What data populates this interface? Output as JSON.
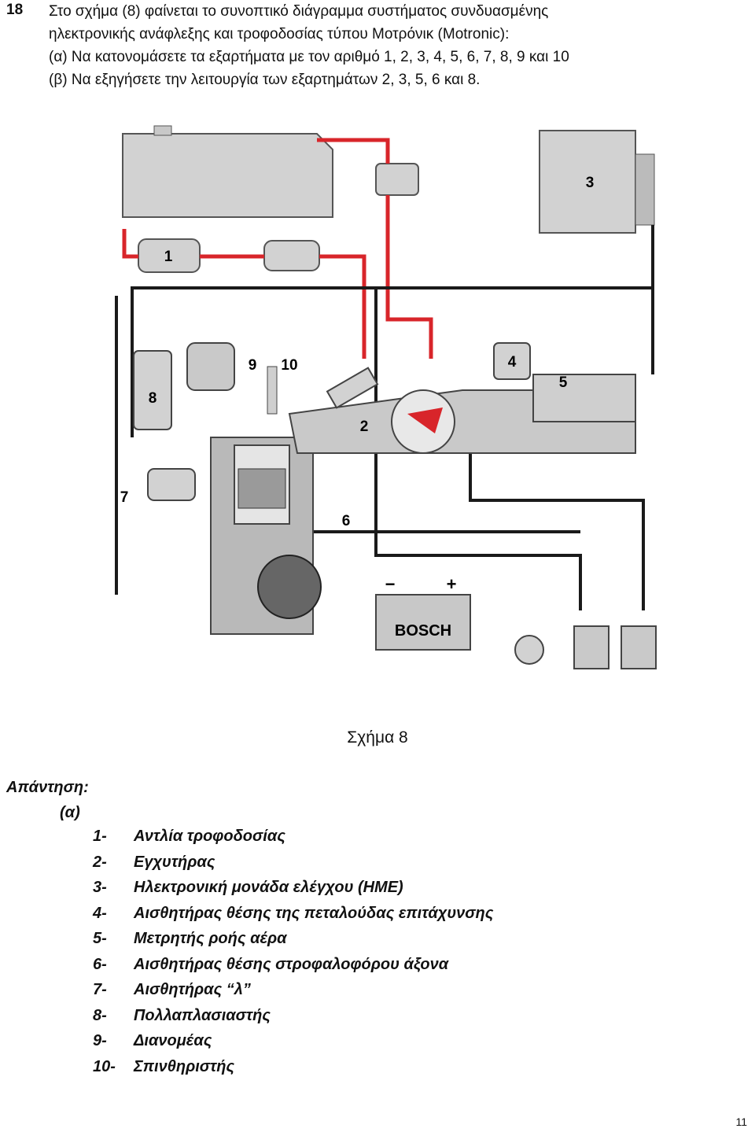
{
  "question": {
    "number": "18",
    "lines": [
      "Στο σχήμα (8) φαίνεται το συνοπτικό διάγραμμα συστήματος συνδυασμένης",
      "ηλεκτρονικής ανάφλεξης και τροφοδοσίας τύπου Μοτρόνικ (Motronic):",
      "(α) Να κατονομάσετε τα εξαρτήματα με τον αριθμό 1, 2, 3, 4, 5, 6, 7, 8, 9 και 10",
      "(β) Να εξηγήσετε την λειτουργία των εξαρτημάτων 2, 3, 5, 6  και 8."
    ]
  },
  "figure": {
    "labels": [
      "1",
      "2",
      "3",
      "4",
      "5",
      "6",
      "7",
      "8",
      "9",
      "10"
    ],
    "battery_brand": "BOSCH",
    "battery_minus": "−",
    "battery_plus": "+",
    "colors": {
      "fuel_line": "#d8252a",
      "wire": "#1a1a1a",
      "component": "#cfcfcf"
    },
    "caption": "Σχήμα 8"
  },
  "answer": {
    "title": "Απάντηση:",
    "part": "(α)",
    "items": [
      {
        "num": "1-",
        "text": "Αντλία τροφοδοσίας"
      },
      {
        "num": "2-",
        "text": "Εγχυτήρας"
      },
      {
        "num": "3-",
        "text": "Ηλεκτρονική μονάδα ελέγχου (ΗΜΕ)"
      },
      {
        "num": "4-",
        "text": "Αισθητήρας θέσης της πεταλούδας επιτάχυνσης"
      },
      {
        "num": "5-",
        "text": "Μετρητής ροής αέρα"
      },
      {
        "num": "6-",
        "text": "Αισθητήρας θέσης στροφαλοφόρου άξονα"
      },
      {
        "num": "7-",
        "text": "Αισθητήρας “λ”"
      },
      {
        "num": "8-",
        "text": "Πολλαπλασιαστής"
      },
      {
        "num": "9-",
        "text": "Διανομέας"
      },
      {
        "num": "10-",
        "text": "Σπινθηριστής"
      }
    ]
  },
  "page_number": "11"
}
